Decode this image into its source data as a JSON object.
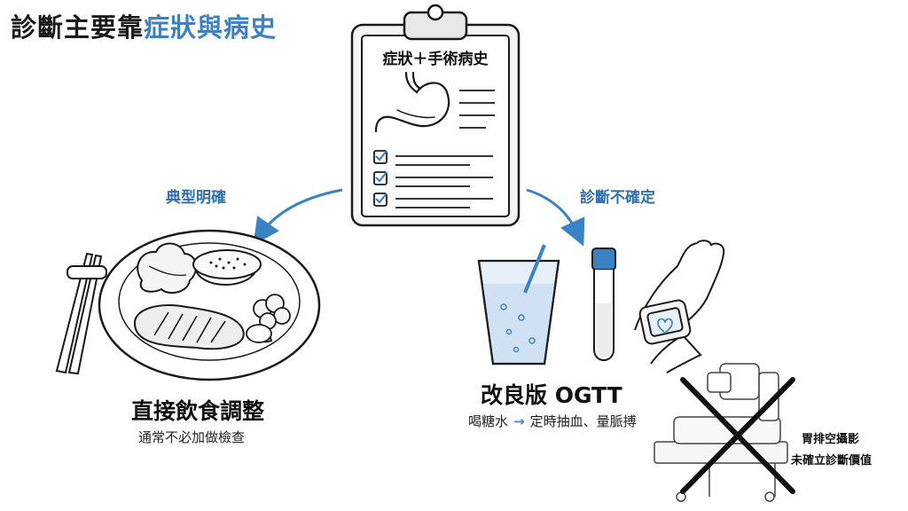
{
  "title": {
    "prefix": "診斷主要靠",
    "highlight": "症狀與病史"
  },
  "clipboard": {
    "heading": "症狀＋手術病史"
  },
  "branches": {
    "left": {
      "arrow_label": "典型明確",
      "title": "直接飲食調整",
      "subtitle": "通常不必加做檢查"
    },
    "right": {
      "arrow_label": "診斷不確定",
      "title": "改良版 OGTT",
      "subtitle_left": "喝糖水",
      "subtitle_right": "定時抽血、量脈搏"
    }
  },
  "crossed_out": {
    "line1": "胃排空攝影",
    "line2": "未確立診斷價值"
  },
  "colors": {
    "accent": "#3b82c4",
    "accent_dark": "#2f6fb0",
    "ink": "#1a1a1a"
  },
  "icons": [
    "clipboard-icon",
    "stomach-icon",
    "checkbox-icon",
    "plate-icon",
    "chopsticks-icon",
    "glass-icon",
    "test-tube-icon",
    "wrist-monitor-icon",
    "scanner-icon",
    "cross-icon"
  ]
}
